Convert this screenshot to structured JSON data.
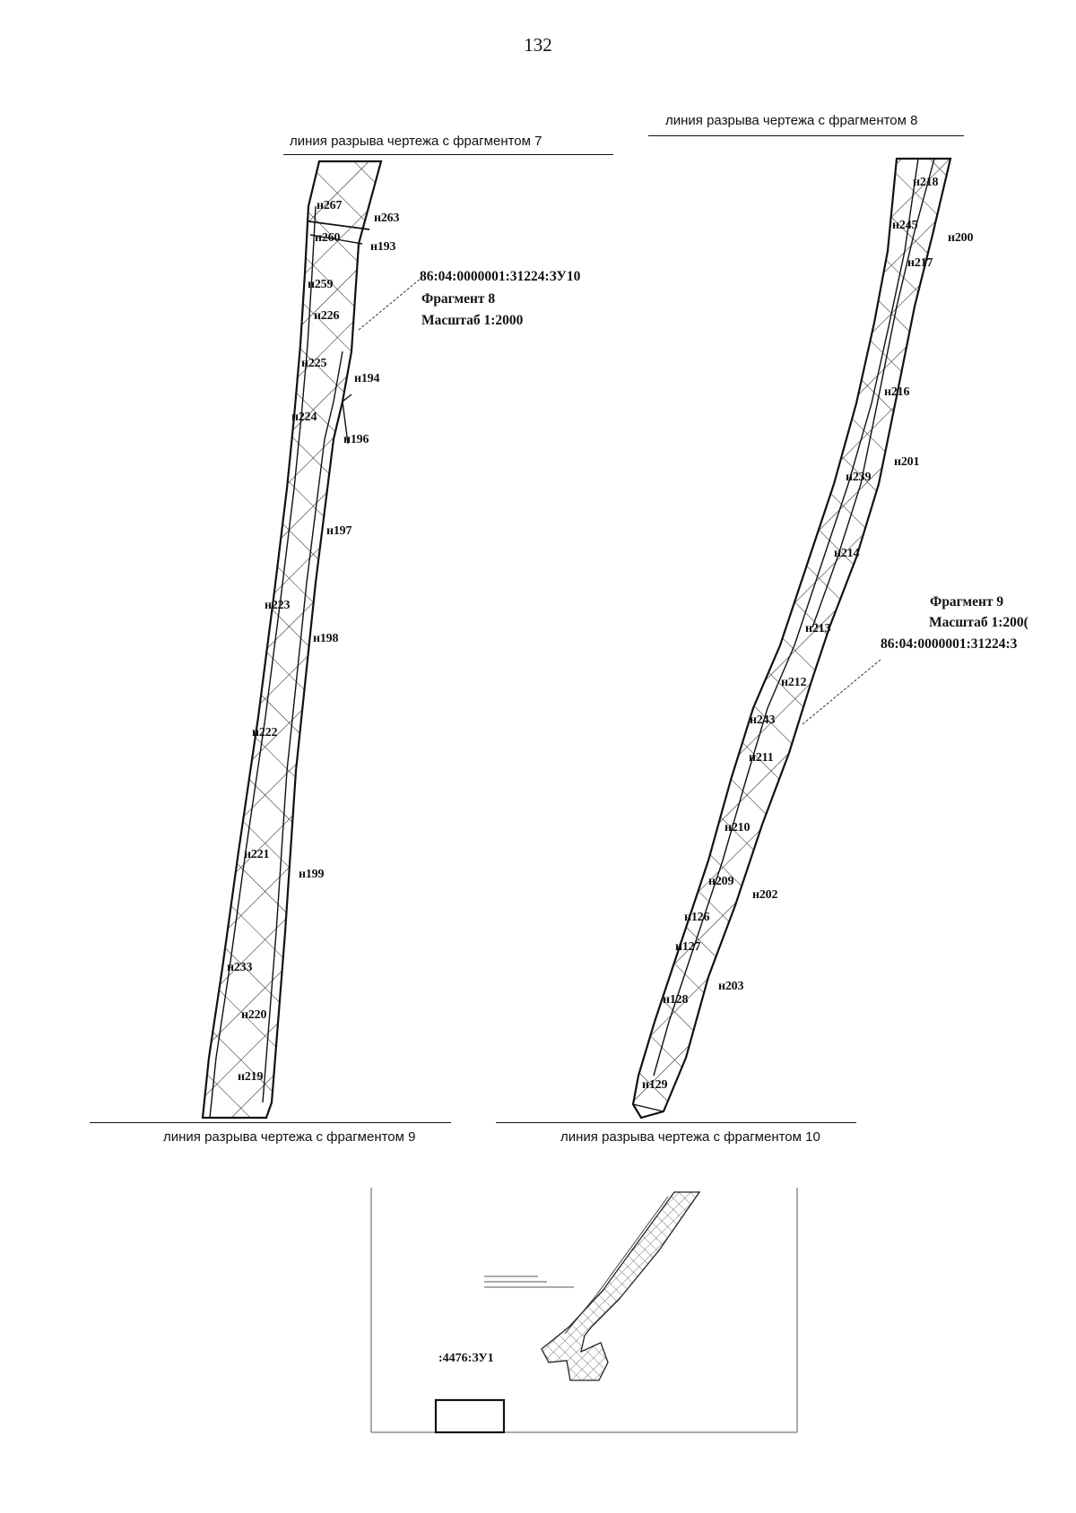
{
  "page_number": "132",
  "break_lines": {
    "top_left": "линия разрыва чертежа с фрагментом 7",
    "top_right": "линия разрыва чертежа с фрагментом 8",
    "bottom_left": "линия разрыва чертежа с фрагментом 9",
    "bottom_right": "линия разрыва чертежа с фрагментом 10"
  },
  "fragment_8": {
    "cadastral": "86:04:0000001:31224:ЗУ10",
    "fragment": "Фрагмент 8",
    "scale": "Масштаб 1:2000",
    "points": {
      "p267": "н267",
      "p263": "н263",
      "p260": "н260",
      "p193": "н193",
      "p259": "н259",
      "p226": "н226",
      "p225": "н225",
      "p194": "н194",
      "p224": "н224",
      "p196": "н196",
      "p197": "н197",
      "p223": "н223",
      "p198": "н198",
      "p222": "н222",
      "p221": "н221",
      "p199": "н199",
      "p233": "н233",
      "p220": "н220",
      "p219": "н219"
    }
  },
  "fragment_9": {
    "fragment": "Фрагмент 9",
    "scale": "Масштаб 1:200(",
    "cadastral": "86:04:0000001:31224:3",
    "points": {
      "p218": "н218",
      "p245": "н245",
      "p200": "н200",
      "p217": "н217",
      "p216": "н216",
      "p201": "н201",
      "p239": "н239",
      "p214": "н214",
      "p213": "н213",
      "p212": "н212",
      "p243": "н243",
      "p211": "н211",
      "p210": "н210",
      "p209": "н209",
      "p202": "н202",
      "p126": "н126",
      "p127": "н127",
      "p203": "н203",
      "p128": "н128",
      "p129": "н129"
    }
  },
  "overview": {
    "parcel_label": ":4476:ЗУ1"
  }
}
